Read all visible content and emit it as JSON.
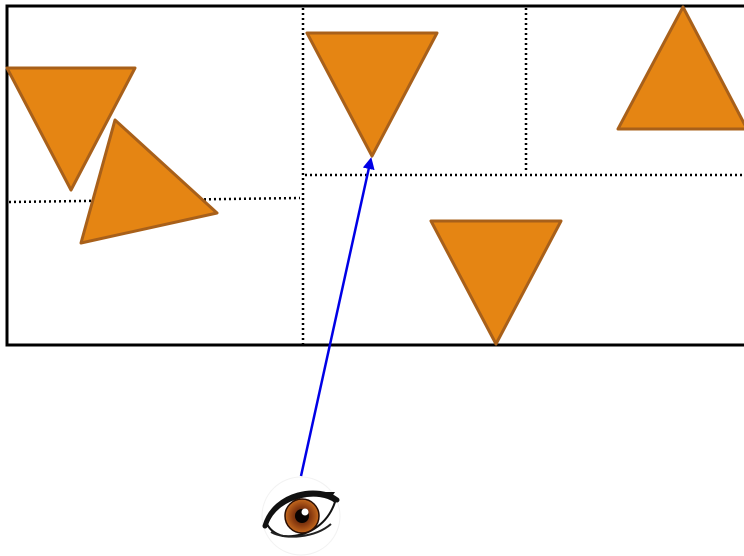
{
  "diagram": {
    "description_free": true,
    "colors": {
      "triangle_fill": "#e58513",
      "triangle_stroke": "#a8601a",
      "frame": "#000000",
      "dotted_divider": "#000000",
      "arrow": "#0000e6",
      "eye_iris": "#8a3b10"
    },
    "triangles": [
      {
        "id": "t1",
        "orientation": "down"
      },
      {
        "id": "t2",
        "orientation": "tilted"
      },
      {
        "id": "t3",
        "orientation": "down"
      },
      {
        "id": "t4",
        "orientation": "up"
      },
      {
        "id": "t5",
        "orientation": "down"
      }
    ],
    "icons": {
      "viewer": "eye-icon",
      "pointer": "arrow-icon"
    }
  }
}
